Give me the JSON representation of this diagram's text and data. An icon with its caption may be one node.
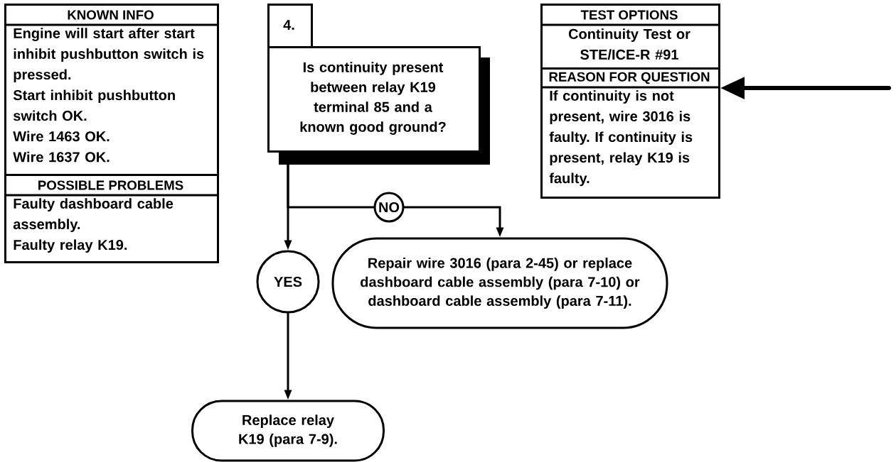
{
  "diagram": {
    "nodes": [
      {
        "text": [
          "KNOWN INFO",
          "Engine will start after start inhibit pushbutton switch is pressed.",
          "Start inhibit pushbutton switch OK.",
          "Wire 1463 OK.",
          "Wire 1637 OK."
        ]
      },
      {
        "text": [
          "POSSIBLE PROBLEMS",
          "Faulty dashboard cable assembly.",
          "Faulty relay K19."
        ]
      },
      {
        "text": [
          "TEST OPTIONS",
          "Continuity Test or STE/ICE-R #91"
        ]
      },
      {
        "text": [
          "REASON FOR QUESTION",
          "If continuity is not present, wire 3016 is faulty. If continuity is present, relay K19 is faulty."
        ]
      },
      {
        "text": [
          "4."
        ]
      },
      {
        "text": [
          "Is continuity present between relay K19 terminal 85 and a known good ground?"
        ]
      },
      {
        "text": [
          "NO"
        ]
      },
      {
        "text": [
          "YES"
        ]
      },
      {
        "text": [
          "Repair wire 3016 (para 2-45) or replace dashboard cable assembly (para 7-10) or dashboard cable assembly (para 7-11)."
        ]
      },
      {
        "text": [
          "Replace relay K19 (para 7-9)."
        ]
      }
    ],
    "edges": [
      {
        "from": 5,
        "to": 7,
        "arrow": "to"
      },
      {
        "from": 5,
        "to": 6,
        "arrow": "none"
      },
      {
        "from": 6,
        "to": 8,
        "arrow": "to"
      },
      {
        "from": 7,
        "to": 9,
        "arrow": "to"
      },
      {
        "from": null,
        "to": 3,
        "arrow": "to",
        "style": "thick"
      }
    ]
  }
}
